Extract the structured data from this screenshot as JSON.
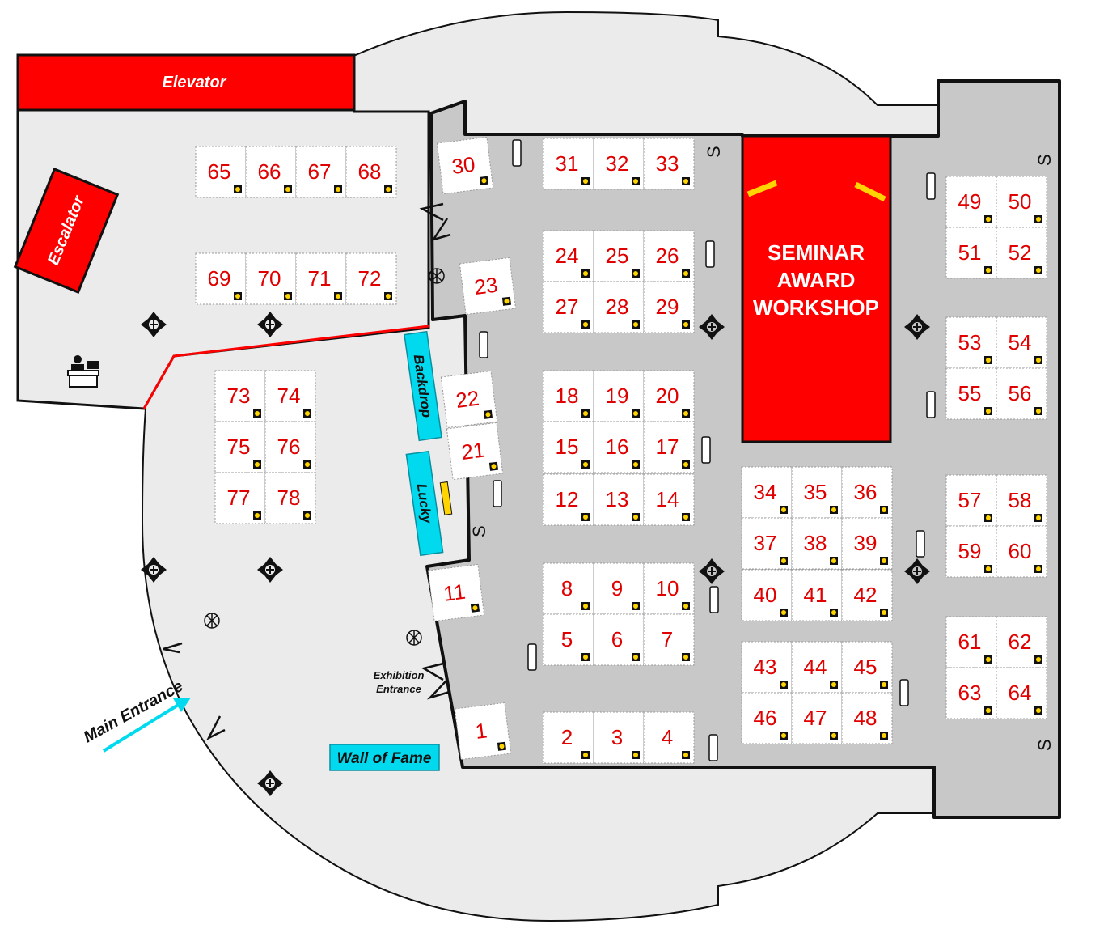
{
  "labels": {
    "elevator": "Elevator",
    "escalator": "Escalator",
    "seminar_lines": [
      "SEMINAR",
      "AWARD",
      "WORKSHOP"
    ],
    "backdrop": "Backdrop",
    "lucky": "Lucky",
    "exhibition_entrance_lines": [
      "Exhibition",
      "Entrance"
    ],
    "wall_of_fame": "Wall of Fame",
    "main_entrance": "Main Entrance",
    "stair": "S"
  },
  "booths": [
    "1",
    "2",
    "3",
    "4",
    "5",
    "6",
    "7",
    "8",
    "9",
    "10",
    "11",
    "12",
    "13",
    "14",
    "15",
    "16",
    "17",
    "18",
    "19",
    "20",
    "21",
    "22",
    "23",
    "24",
    "25",
    "26",
    "27",
    "28",
    "29",
    "30",
    "31",
    "32",
    "33",
    "34",
    "35",
    "36",
    "37",
    "38",
    "39",
    "40",
    "41",
    "42",
    "43",
    "44",
    "45",
    "46",
    "47",
    "48",
    "49",
    "50",
    "51",
    "52",
    "53",
    "54",
    "55",
    "56",
    "57",
    "58",
    "59",
    "60",
    "61",
    "62",
    "63",
    "64",
    "65",
    "66",
    "67",
    "68",
    "69",
    "70",
    "71",
    "72",
    "73",
    "74",
    "75",
    "76",
    "77",
    "78"
  ],
  "colors": {
    "hall_floor": "#c8c8c8",
    "lobby_floor": "#ebebeb",
    "accent_red": "#ff0000",
    "accent_cyan": "#00d9ee",
    "booth_number": "#e00000",
    "marker_yellow": "#ffd400"
  },
  "icons": [
    "compass-icon",
    "reception-desk-icon",
    "fire-extinguisher-icon",
    "wall-outlet-icon",
    "door-swing-icon",
    "entrance-arrow-icon"
  ]
}
